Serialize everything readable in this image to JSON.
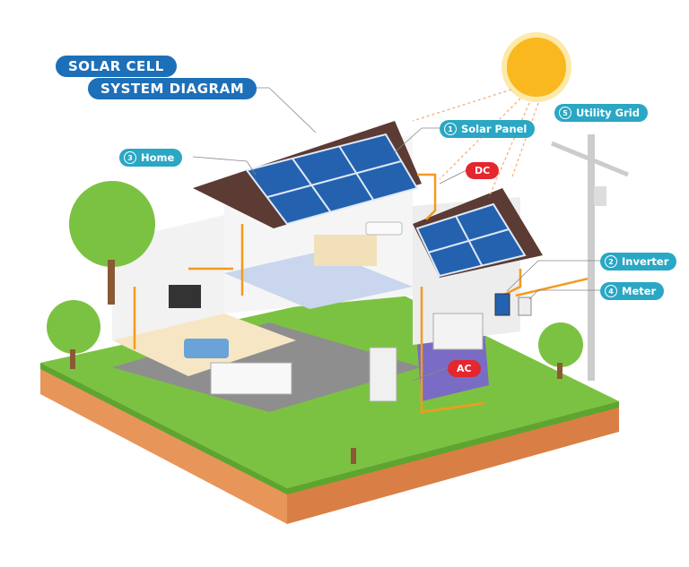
{
  "title": {
    "line1": "SOLAR CELL",
    "line2": "SYSTEM DIAGRAM"
  },
  "labels": [
    {
      "num": "1",
      "text": "Solar Panel"
    },
    {
      "num": "2",
      "text": "Inverter"
    },
    {
      "num": "3",
      "text": "Home"
    },
    {
      "num": "4",
      "text": "Meter"
    },
    {
      "num": "5",
      "text": "Utility Grid"
    }
  ],
  "current": {
    "dc": "DC",
    "ac": "AC"
  },
  "colors": {
    "title": "#1d6fb8",
    "label": "#2aa7c4",
    "current": "#e4262f",
    "wire": "#f39a1e",
    "panel": "#2462b0",
    "grass": "#7cc242",
    "soil": "#e8955a"
  }
}
